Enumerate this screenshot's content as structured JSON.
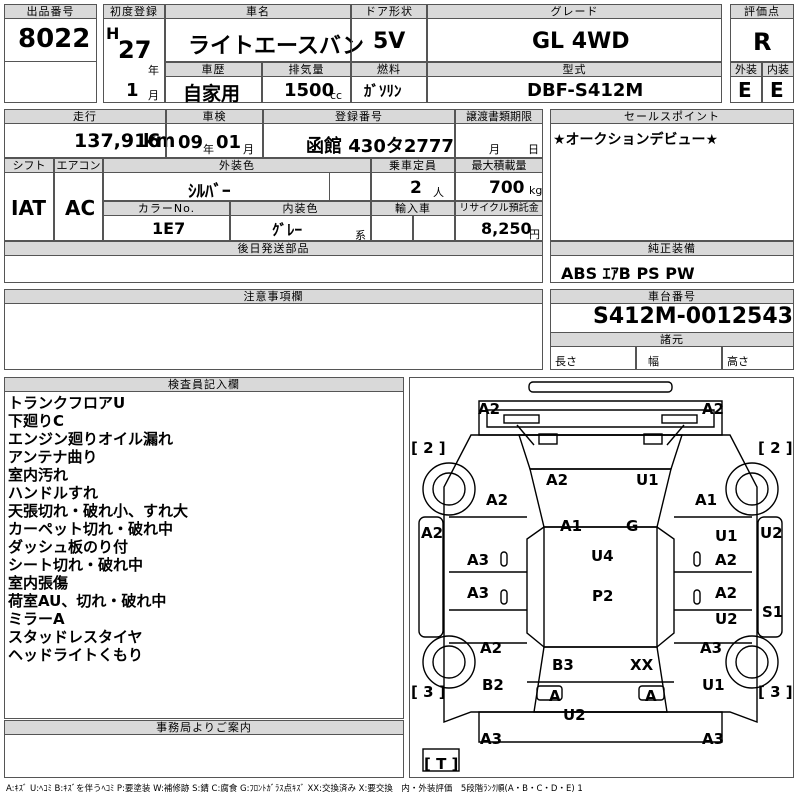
{
  "header_labels": {
    "lot_no": "出品番号",
    "first_reg": "初度登録",
    "car_name": "車名",
    "door": "ドア形状",
    "grade": "グレード",
    "score": "評価点",
    "history": "車歴",
    "displacement": "排気量",
    "fuel": "燃料",
    "model": "型式",
    "exterior": "外装",
    "interior": "内装",
    "mileage": "走行",
    "inspection": "車検",
    "reg_no": "登録番号",
    "transfer": "譲渡書類期限",
    "sales_point": "セールスポイント",
    "shift": "シフト",
    "aircon": "エアコン",
    "ext_color": "外装色",
    "capacity": "乗車定員",
    "max_load": "最大積載量",
    "color_no": "カラーNo.",
    "int_color": "内装色",
    "import": "輸入車",
    "recycle": "リサイクル預託金",
    "later_parts": "後日発送部品",
    "genuine": "純正装備",
    "notes": "注意事項欄",
    "chassis": "車台番号",
    "specs": "諸元",
    "inspector": "検査員記入欄",
    "office": "事務局よりご案内"
  },
  "lot_no": "8022",
  "era": "H",
  "year": "27",
  "year_unit": "年",
  "month": "1",
  "month_unit": "月",
  "car_name": "ライトエースバン",
  "door": "5V",
  "grade": "GL 4WD",
  "score": "R",
  "history": "自家用",
  "displacement": "1500",
  "displacement_unit": "cc",
  "fuel": "ｶﾞｿﾘﾝ",
  "model": "DBF-S412M",
  "exterior_grade": "E",
  "interior_grade": "E",
  "mileage": "137,916",
  "mileage_unit": "km",
  "inspection_year": "09",
  "inspection_year_unit": "年",
  "inspection_month": "01",
  "inspection_month_unit": "月",
  "reg_no": "函館 430タ2777",
  "transfer_month_unit": "月",
  "transfer_day_unit": "日",
  "sales_point": "★オークションデビュー★",
  "shift": "IAT",
  "aircon": "AC",
  "ext_color": "ｼﾙﾊﾞｰ",
  "capacity": "2",
  "capacity_unit": "人",
  "max_load": "700",
  "max_load_unit": "kg",
  "color_no": "1E7",
  "int_color": "ｸﾞﾚｰ",
  "int_color_unit": "系",
  "recycle": "8,250",
  "recycle_unit": "円",
  "genuine": "ABS ｴｱB PS PW",
  "chassis_no": "S412M-0012543",
  "spec_length": "長さ",
  "spec_width": "幅",
  "spec_height": "高さ",
  "remarks": [
    "トランクフロアU",
    "下廻りC",
    "エンジン廻りオイル漏れ",
    "アンテナ曲り",
    "室内汚れ",
    "ハンドルすれ",
    "天張切れ・破れ小、すれ大",
    "カーペット切れ・破れ中",
    "ダッシュ板のり付",
    "シート切れ・破れ中",
    "室内張傷",
    "荷室AU、切れ・破れ中",
    "ミラーA",
    "スタッドレスタイヤ",
    "ヘッドライトくもり"
  ],
  "diagram": {
    "tire_fl": "[ 2 ]",
    "tire_fr": "[ 2 ]",
    "tire_rl": "[ 3 ]",
    "tire_rr": "[ 3 ]",
    "spare": "[ T ]",
    "marks": [
      "A2",
      "A2",
      "A2",
      "U1",
      "A2",
      "A1",
      "A1",
      "G",
      "A2",
      "U1",
      "U2",
      "A3",
      "U4",
      "A2",
      "A3",
      "P2",
      "A2",
      "U2",
      "S1",
      "A2",
      "A3",
      "B3",
      "XX",
      "B2",
      "U1",
      "A",
      "A",
      "U2",
      "A3",
      "A3"
    ]
  },
  "legend": "A:ｷｽﾞ U:ﾍｺﾐ B:ｷｽﾞを伴うﾍｺﾐ P:要塗装 W:補修跡 S:錆 C:腐食 G:ﾌﾛﾝﾄｶﾞﾗｽ点ｷｽﾞ XX:交換済み X:要交換　内・外装評価　5段階ﾗﾝｸ順(A・B・C・D・E) 1",
  "colors": {
    "header_bg": "#d9d9d9",
    "border": "#555555"
  }
}
